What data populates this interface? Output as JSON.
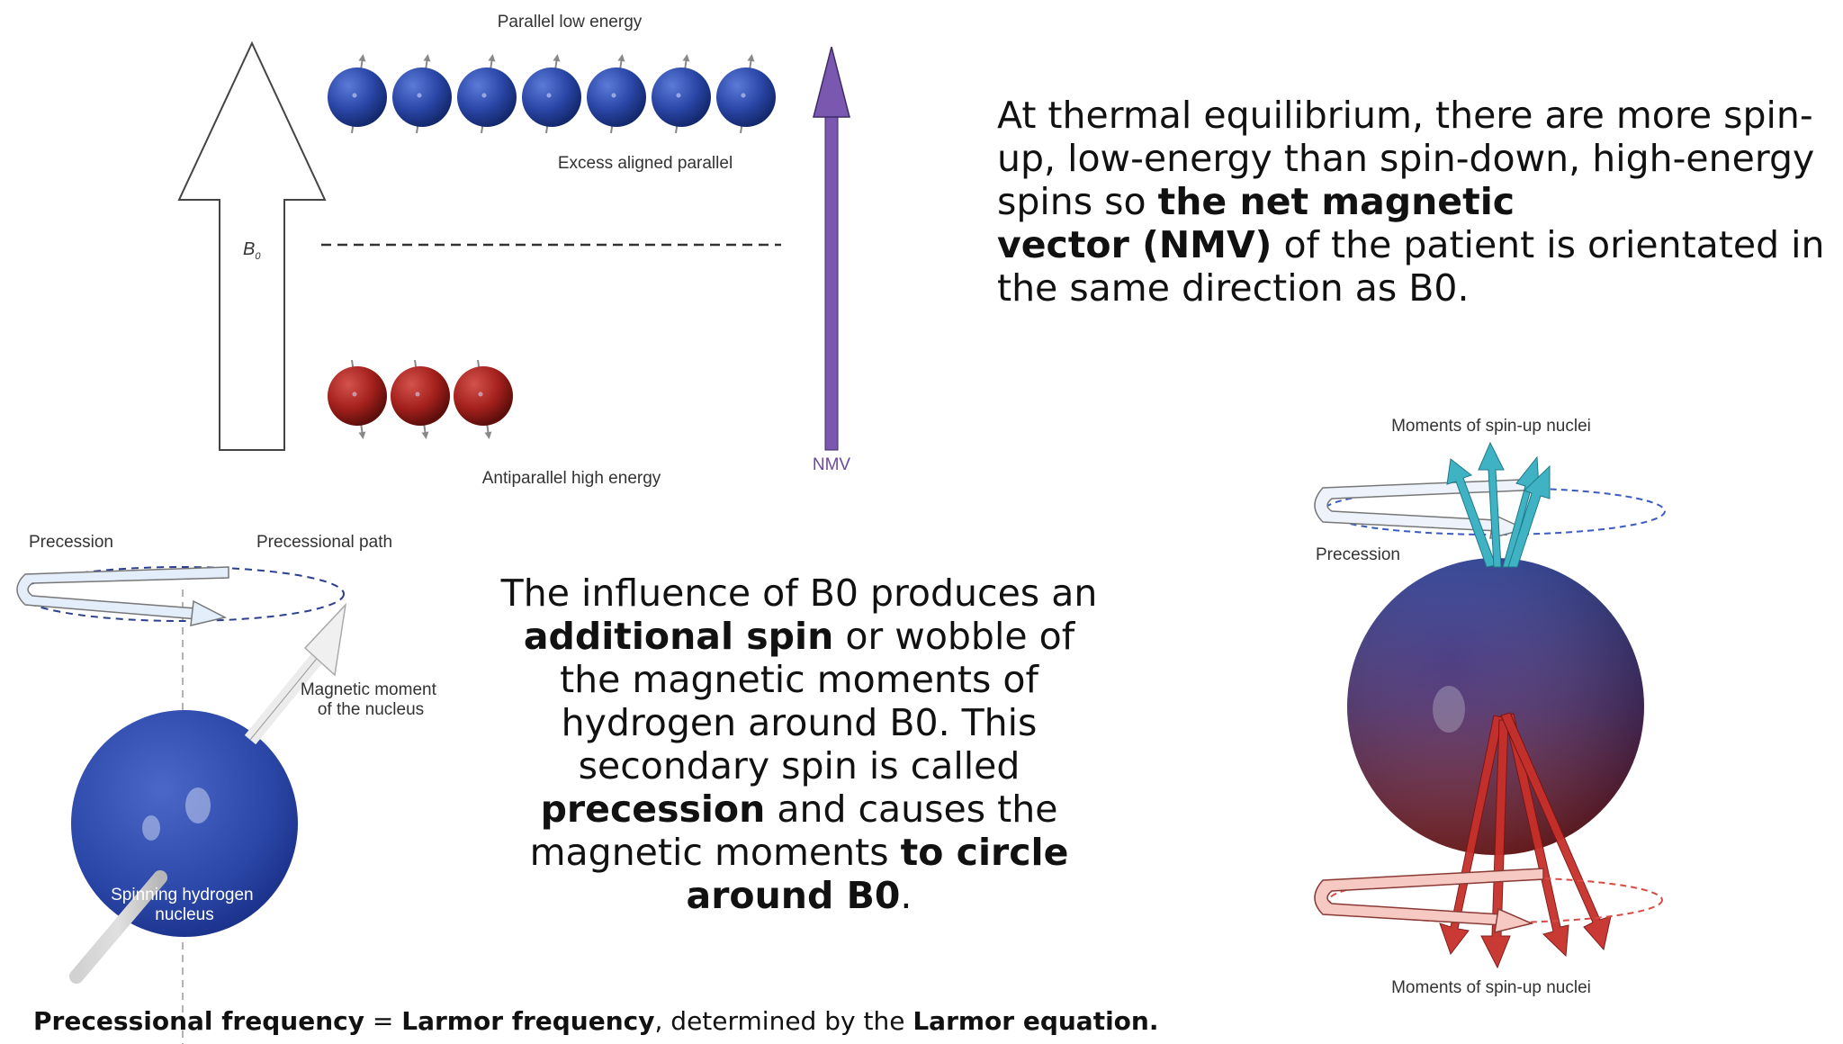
{
  "diagram_energy": {
    "top_label": "Parallel low energy",
    "excess_label": "Excess aligned parallel",
    "b0_symbol": "B",
    "b0_subscript": "0",
    "bottom_label": "Antiparallel high energy",
    "nmv_label": "NMV",
    "parallel_count": 7,
    "antiparallel_count": 3
  },
  "equilibrium_text": {
    "part1": "At thermal equilibrium, there are more spin-up, low-energy than spin-down, high-energy spins so ",
    "bold1": "the net magnetic",
    "bold2": "vector (NMV)",
    "part2": " of the patient is orientated in the same direction as B0."
  },
  "diagram_precession": {
    "precession_label": "Precession",
    "path_label": "Precessional path",
    "moment_label_line1": "Magnetic moment",
    "moment_label_line2": "of the nucleus",
    "nucleus_label_line1": "Spinning hydrogen",
    "nucleus_label_line2": "nucleus"
  },
  "precession_text": {
    "part1": "The influence of B0 produces an ",
    "bold1": "additional spin",
    "part2": " or wobble of the magnetic moments of hydrogen around B0. This secondary spin is called ",
    "bold2": "precession",
    "part3": " and causes the magnetic moments ",
    "bold3": "to circle around B0",
    "part4": "."
  },
  "diagram_nucleus": {
    "top_label": "Moments of spin-up nuclei",
    "precession_label": "Precession",
    "bottom_label": "Moments of spin-up nuclei"
  },
  "larmor_text": {
    "bold1": "Precessional frequency",
    "part1": " = ",
    "bold2": "Larmor frequency",
    "part2": ", determined by the ",
    "bold3": "Larmor equation."
  },
  "colors": {
    "spin_up_blue": "#2a46a6",
    "spin_down_red": "#a3201c",
    "nmv_purple": "#7b58b0",
    "moment_teal": "#3fb2c4",
    "moment_red": "#c8302a"
  }
}
